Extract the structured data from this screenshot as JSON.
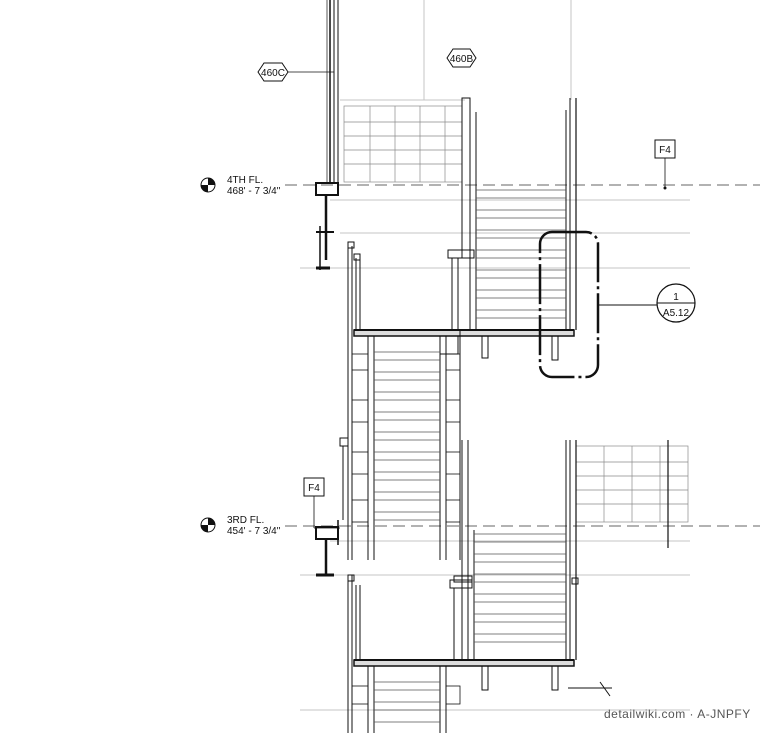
{
  "levels": [
    {
      "id": "4th",
      "name": "4TH FL.",
      "elevation": "468' - 7 3/4\""
    },
    {
      "id": "3rd",
      "name": "3RD FL.",
      "elevation": "454' - 7 3/4\""
    }
  ],
  "tags": {
    "partition_a": "460C",
    "partition_b": "460B",
    "grid_upper": "F4",
    "grid_lower": "F4"
  },
  "detail_callout": {
    "number": "1",
    "sheet": "A5.12"
  },
  "watermark": "detailwiki.com · A-JNPFY",
  "colors": {
    "line": "#111111",
    "light_line": "#8a8a8a",
    "background": "#ffffff"
  }
}
